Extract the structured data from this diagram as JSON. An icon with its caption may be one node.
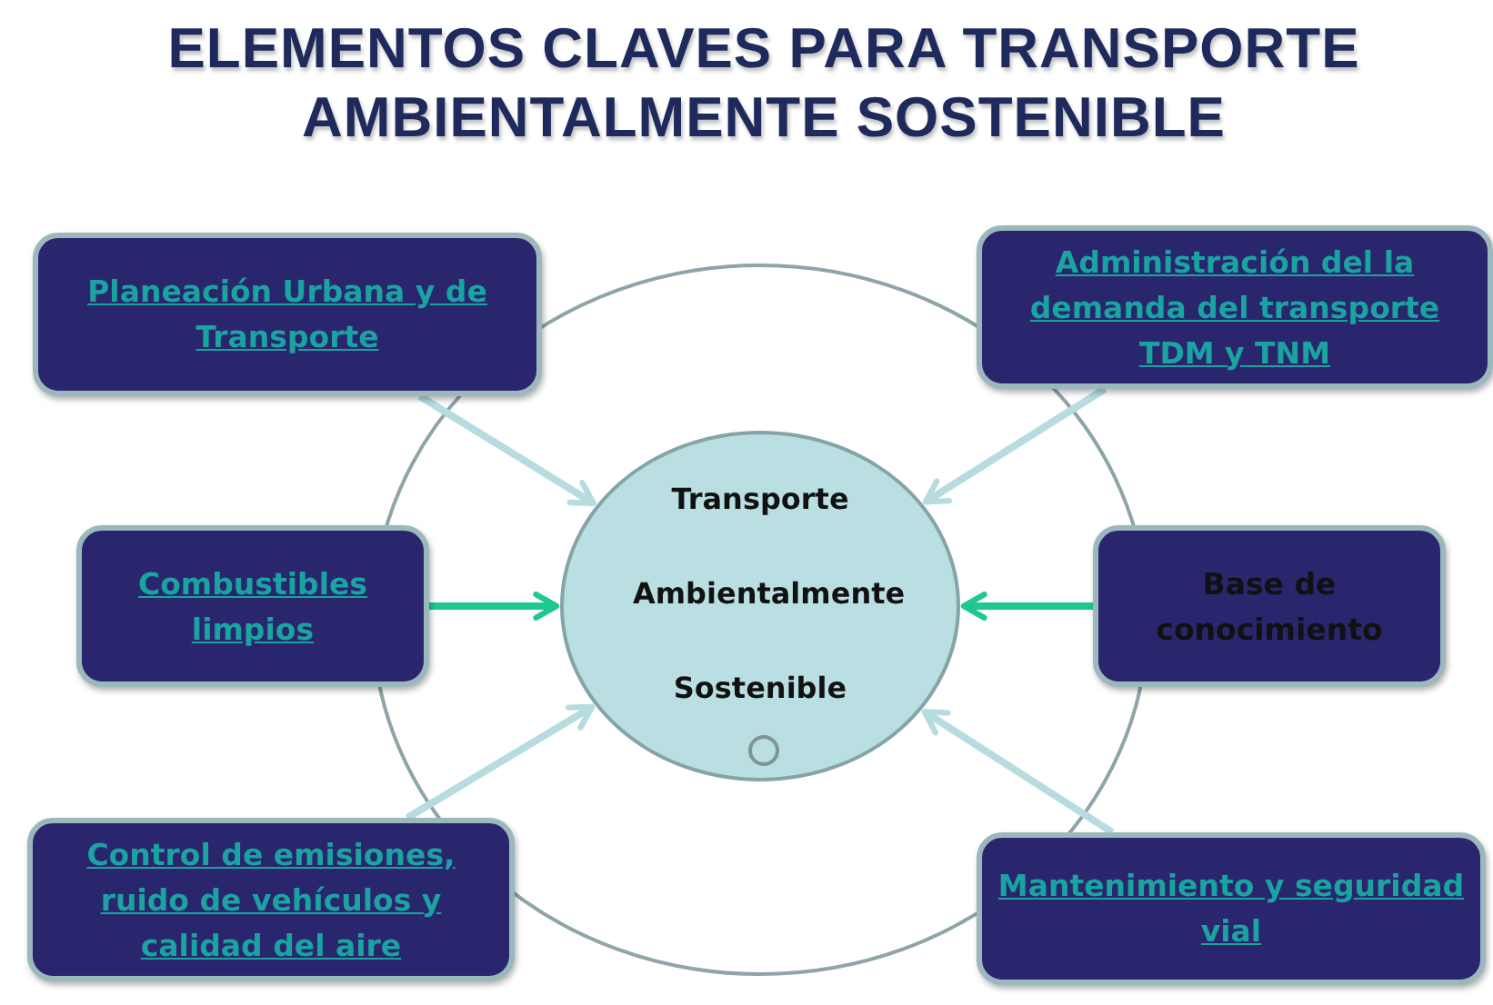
{
  "diagram": {
    "title": "ELEMENTOS CLAVES PARA TRANSPORTE AMBIENTALMENTE SOSTENIBLE",
    "nodes": [
      {
        "text": [
          "Planeación Urbana y de Transporte"
        ]
      },
      {
        "text": [
          "Administración del la demanda del transporte TDM y TNM"
        ]
      },
      {
        "text": [
          "Combustibles limpios"
        ]
      },
      {
        "text": [
          "Transporte Ambientalmente Sostenible"
        ]
      },
      {
        "text": [
          "Base de conocimiento"
        ]
      },
      {
        "text": [
          "Control de emisiones, ruido de vehículos y calidad del aire"
        ]
      },
      {
        "text": [
          "Mantenimiento y seguridad vial"
        ]
      }
    ],
    "edges": [
      {
        "from": 0,
        "to": 3,
        "arrow": "to"
      },
      {
        "from": 1,
        "to": 3,
        "arrow": "to"
      },
      {
        "from": 2,
        "to": 3,
        "arrow": "to",
        "color": "#1ec88f"
      },
      {
        "from": 4,
        "to": 3,
        "arrow": "to",
        "color": "#1ec88f"
      },
      {
        "from": 5,
        "to": 3,
        "arrow": "to"
      },
      {
        "from": 6,
        "to": 3,
        "arrow": "to"
      }
    ]
  }
}
